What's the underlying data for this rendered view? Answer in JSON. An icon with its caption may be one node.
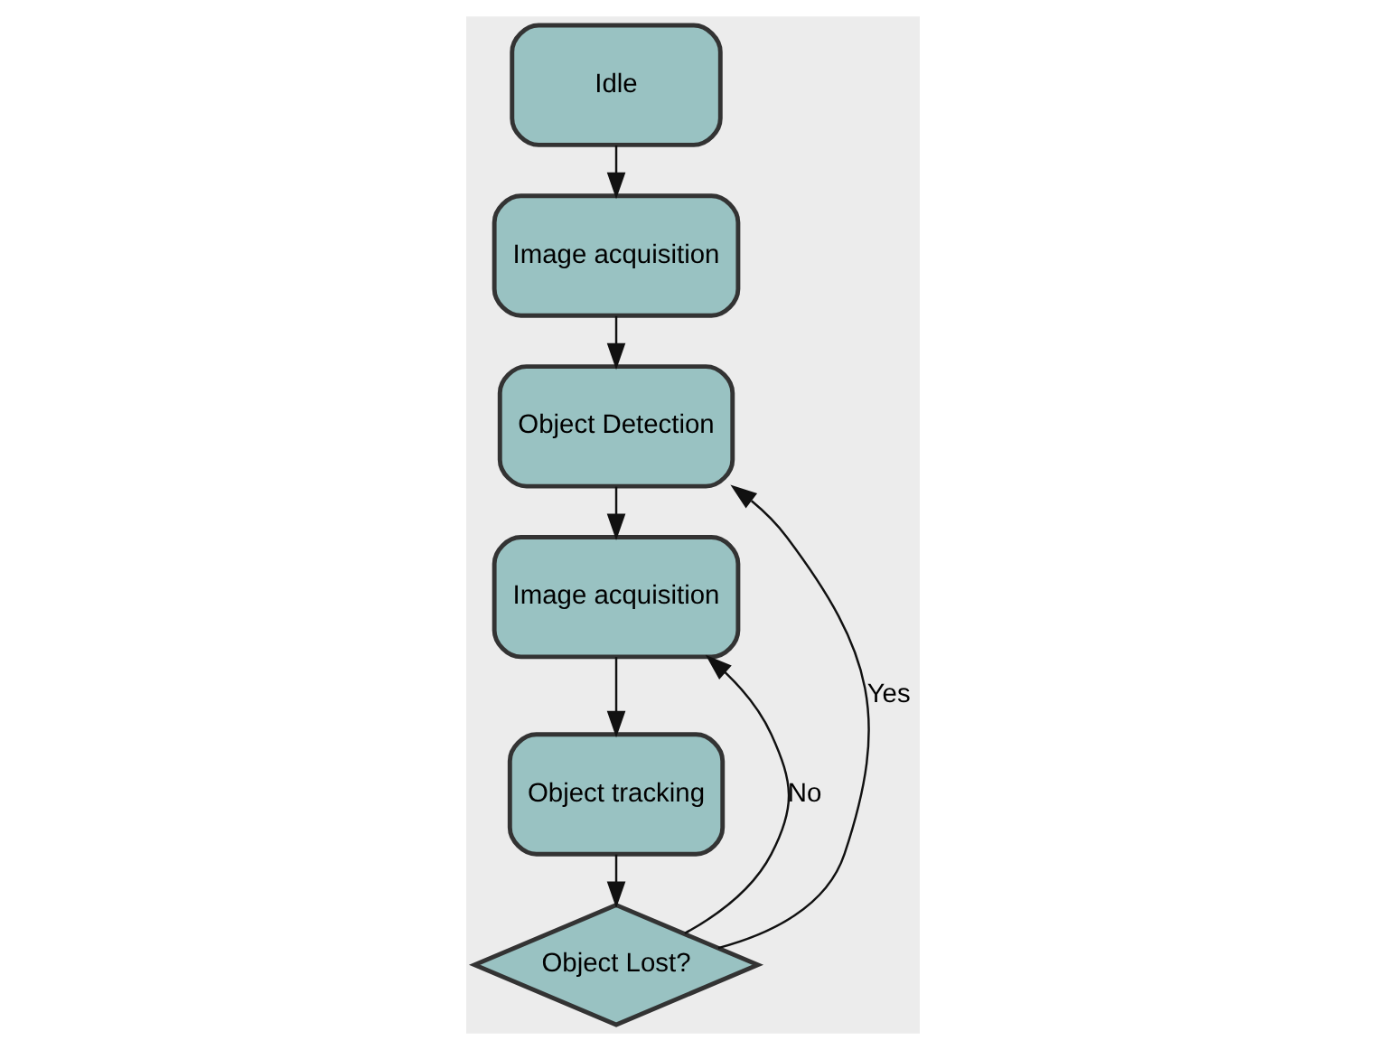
{
  "diagram": {
    "nodes": [
      {
        "text": [
          "Idle"
        ]
      },
      {
        "text": [
          "Image acquisition"
        ]
      },
      {
        "text": [
          "Object Detection"
        ]
      },
      {
        "text": [
          "Image acquisition"
        ]
      },
      {
        "text": [
          "Object tracking"
        ]
      },
      {
        "text": [
          "Object Lost?"
        ]
      }
    ],
    "edges": [
      {
        "from": 0,
        "to": 1,
        "arrow": "to"
      },
      {
        "from": 1,
        "to": 2,
        "arrow": "to"
      },
      {
        "from": 2,
        "to": 3,
        "arrow": "to"
      },
      {
        "from": 3,
        "to": 4,
        "arrow": "to"
      },
      {
        "from": 4,
        "to": 5,
        "arrow": "to"
      },
      {
        "from": 5,
        "to": 3,
        "arrow": "to",
        "label": "No"
      },
      {
        "from": 5,
        "to": 2,
        "arrow": "to",
        "label": "Yes"
      }
    ]
  }
}
